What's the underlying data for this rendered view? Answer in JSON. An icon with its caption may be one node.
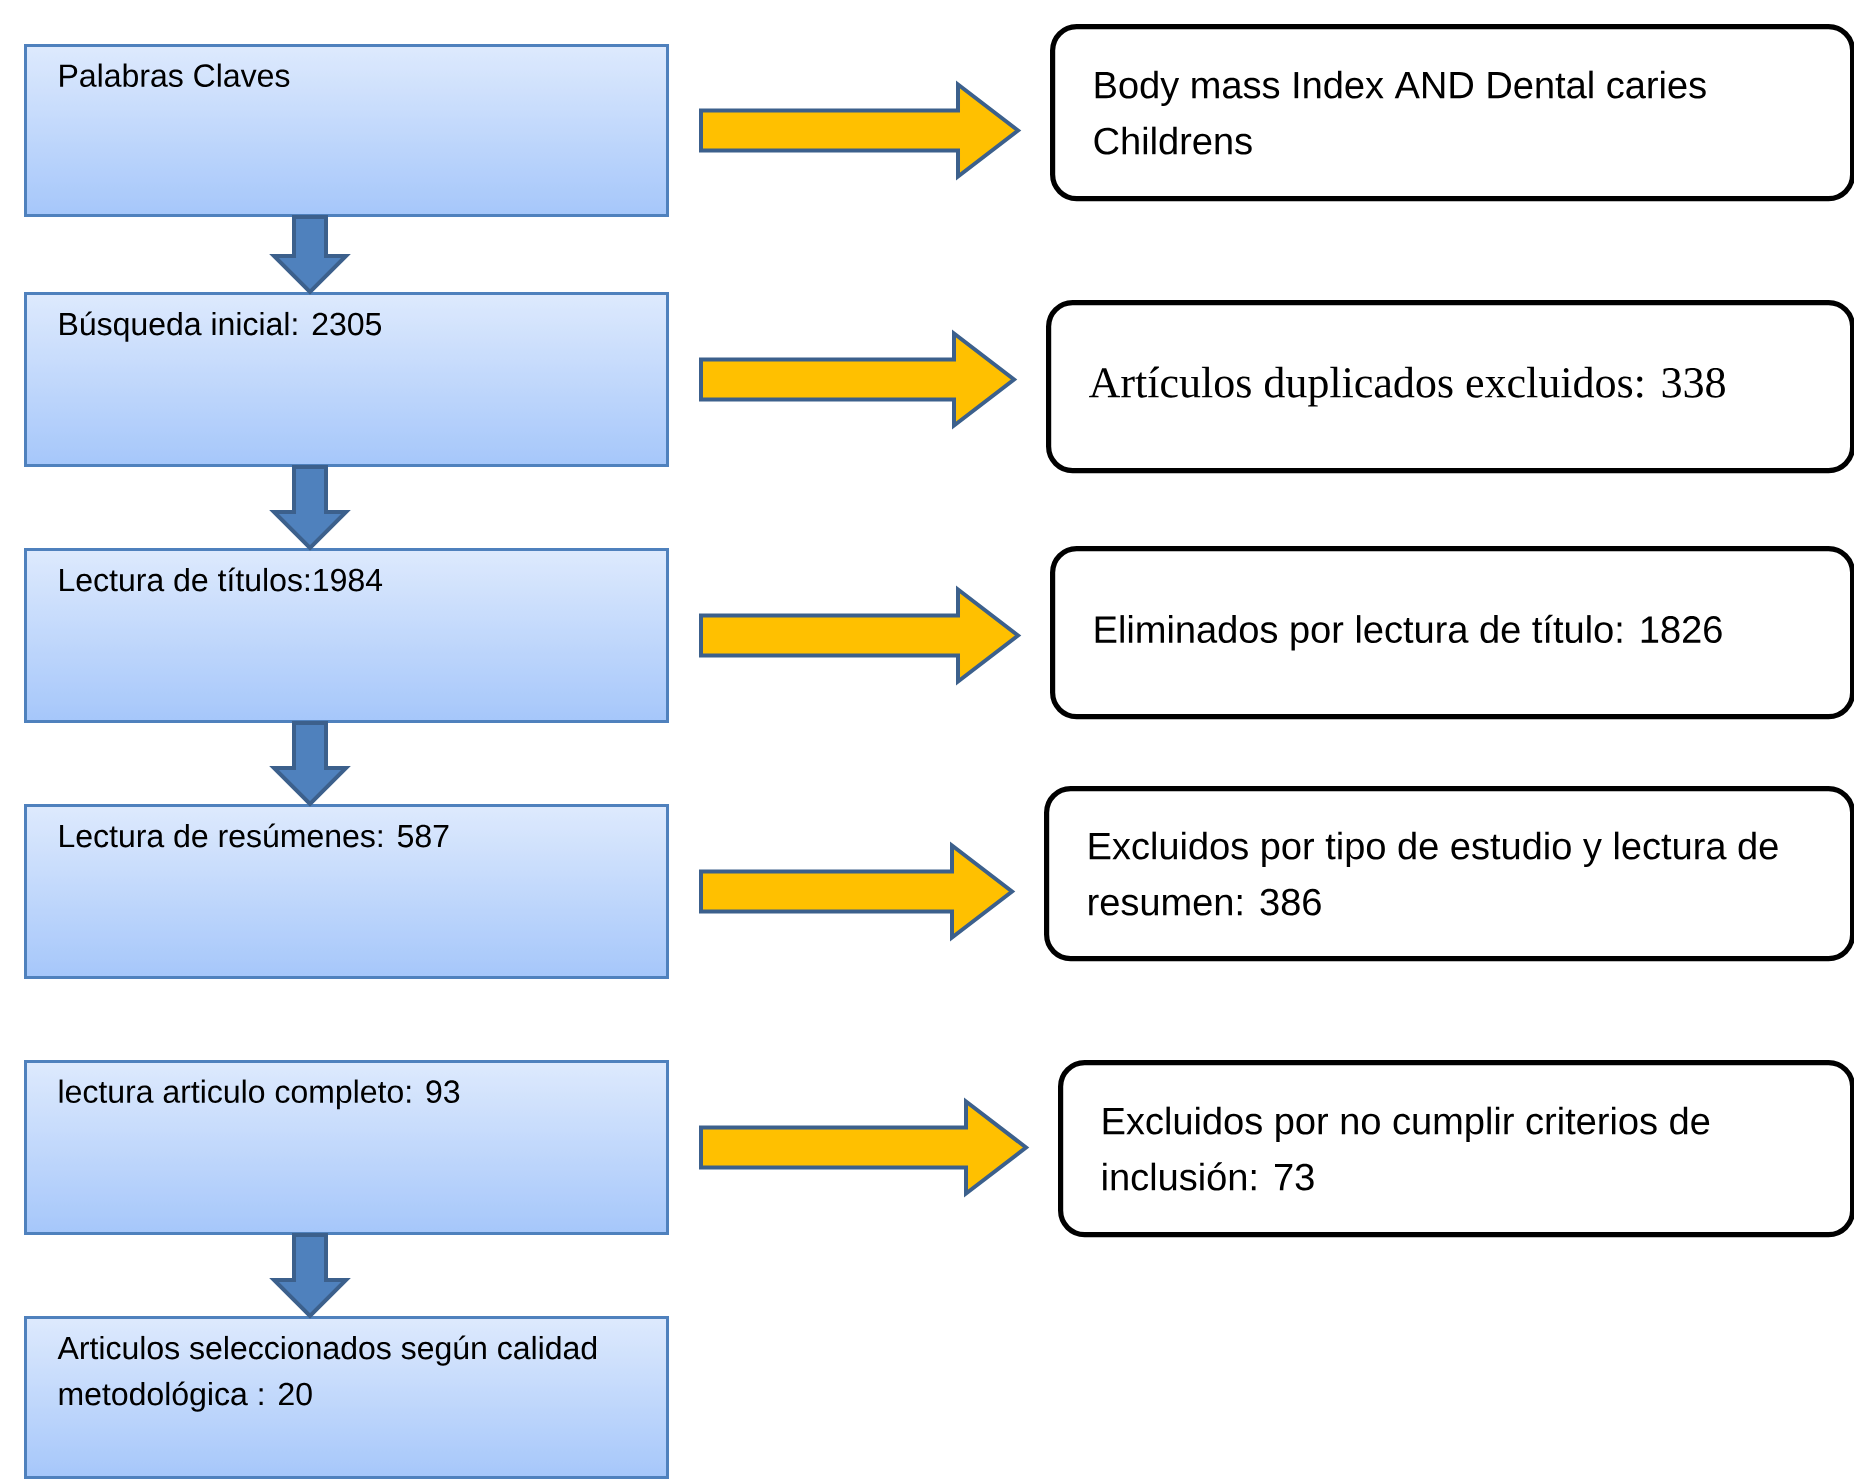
{
  "diagram": {
    "nodes": [
      {
        "text": [
          "Palabras Claves"
        ]
      },
      {
        "text": [
          "Búsqueda inicial:  2305"
        ]
      },
      {
        "text": [
          "Lectura de títulos:1984"
        ]
      },
      {
        "text": [
          "Lectura de resúmenes: 587"
        ]
      },
      {
        "text": [
          "lectura articulo completo: 93"
        ]
      },
      {
        "text": [
          "Articulos seleccionados según calidad metodológica : 20"
        ]
      },
      {
        "text": [
          "Body mass Index AND Dental caries Childrens"
        ]
      },
      {
        "text": [
          "Artículos duplicados excluidos: 338"
        ]
      },
      {
        "text": [
          "Eliminados por lectura de título: 1826"
        ]
      },
      {
        "text": [
          "Excluidos por tipo de estudio y lectura de resumen: 386"
        ]
      },
      {
        "text": [
          "Excluidos por no cumplir criterios de inclusión: 73"
        ]
      }
    ],
    "edges": [
      {
        "from": 0,
        "to": 1,
        "arrow": "to",
        "color": "#4f81bd"
      },
      {
        "from": 1,
        "to": 2,
        "arrow": "to",
        "color": "#4f81bd"
      },
      {
        "from": 2,
        "to": 3,
        "arrow": "to",
        "color": "#4f81bd"
      },
      {
        "from": 4,
        "to": 5,
        "arrow": "to",
        "color": "#4f81bd"
      },
      {
        "from": 0,
        "to": 6,
        "arrow": "to"
      },
      {
        "from": 1,
        "to": 7,
        "arrow": "to"
      },
      {
        "from": 2,
        "to": 8,
        "arrow": "to"
      },
      {
        "from": 3,
        "to": 9,
        "arrow": "to"
      },
      {
        "from": 4,
        "to": 10,
        "arrow": "to"
      }
    ]
  }
}
